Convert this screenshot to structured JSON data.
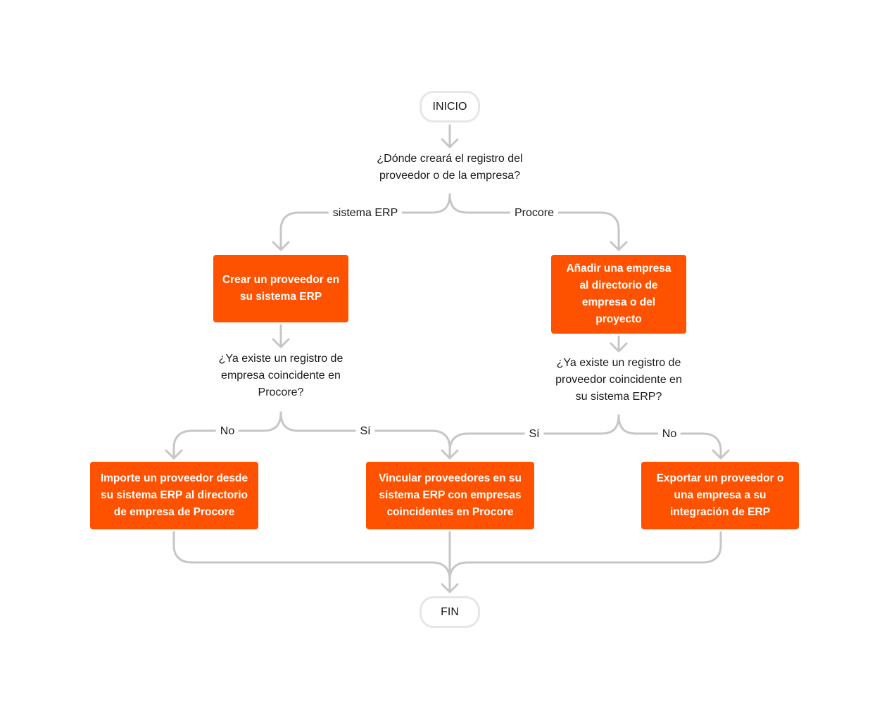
{
  "colors": {
    "process": "#ff5200",
    "terminal_border": "#e6e6e6",
    "connector": "#c6c6c6",
    "text": "#1a1a1a"
  },
  "start": "INICIO",
  "end": "FIN",
  "question_1": [
    "¿Dónde creará el registro del",
    "proveedor o de la empresa?"
  ],
  "branch_erp": "sistema ERP",
  "branch_procore": "Procore",
  "step_create_vendor": [
    "Crear un proveedor en",
    "su sistema ERP"
  ],
  "step_add_company": [
    "Añadir una empresa",
    "al directorio de",
    "empresa o del",
    "proyecto"
  ],
  "question_2": [
    "¿Ya existe un registro de",
    "empresa coincidente en",
    "Procore?"
  ],
  "question_3": [
    "¿Ya existe un registro de",
    "proveedor coincidente en",
    "su sistema ERP?"
  ],
  "labels": {
    "q2_no": "No",
    "q2_yes": "Sí",
    "q3_yes": "Sí",
    "q3_no": "No"
  },
  "step_import": [
    "Importe un proveedor desde",
    "su sistema ERP al directorio",
    "de empresa de Procore"
  ],
  "step_link": [
    "Vincular proveedores en su",
    "sistema ERP con empresas",
    "coincidentes en Procore"
  ],
  "step_export": [
    "Exportar un proveedor o",
    "una empresa a su",
    "integración de ERP"
  ]
}
